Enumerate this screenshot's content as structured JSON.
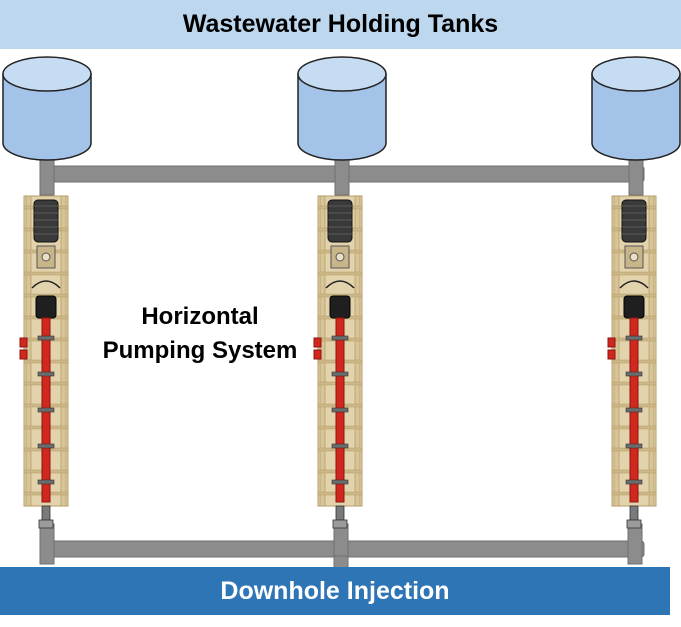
{
  "header": {
    "title": "Wastewater Holding Tanks"
  },
  "footer": {
    "title": "Downhole Injection"
  },
  "label": {
    "line1": "Horizontal",
    "line2": "Pumping System"
  },
  "colors": {
    "top_banner": "#bdd7ee",
    "bottom_banner": "#2e75b6",
    "bottom_banner_text": "#ffffff",
    "tank_fill": "#a3c4e8",
    "tank_top": "#c5dcf2",
    "pipe": "#8c8c8c",
    "pump_red": "#d0281e",
    "frame": "#e3d3ac",
    "motor": "#3a3a3a"
  },
  "icons": [
    "tank-icon",
    "pump-skid-icon",
    "pipe-icon"
  ]
}
